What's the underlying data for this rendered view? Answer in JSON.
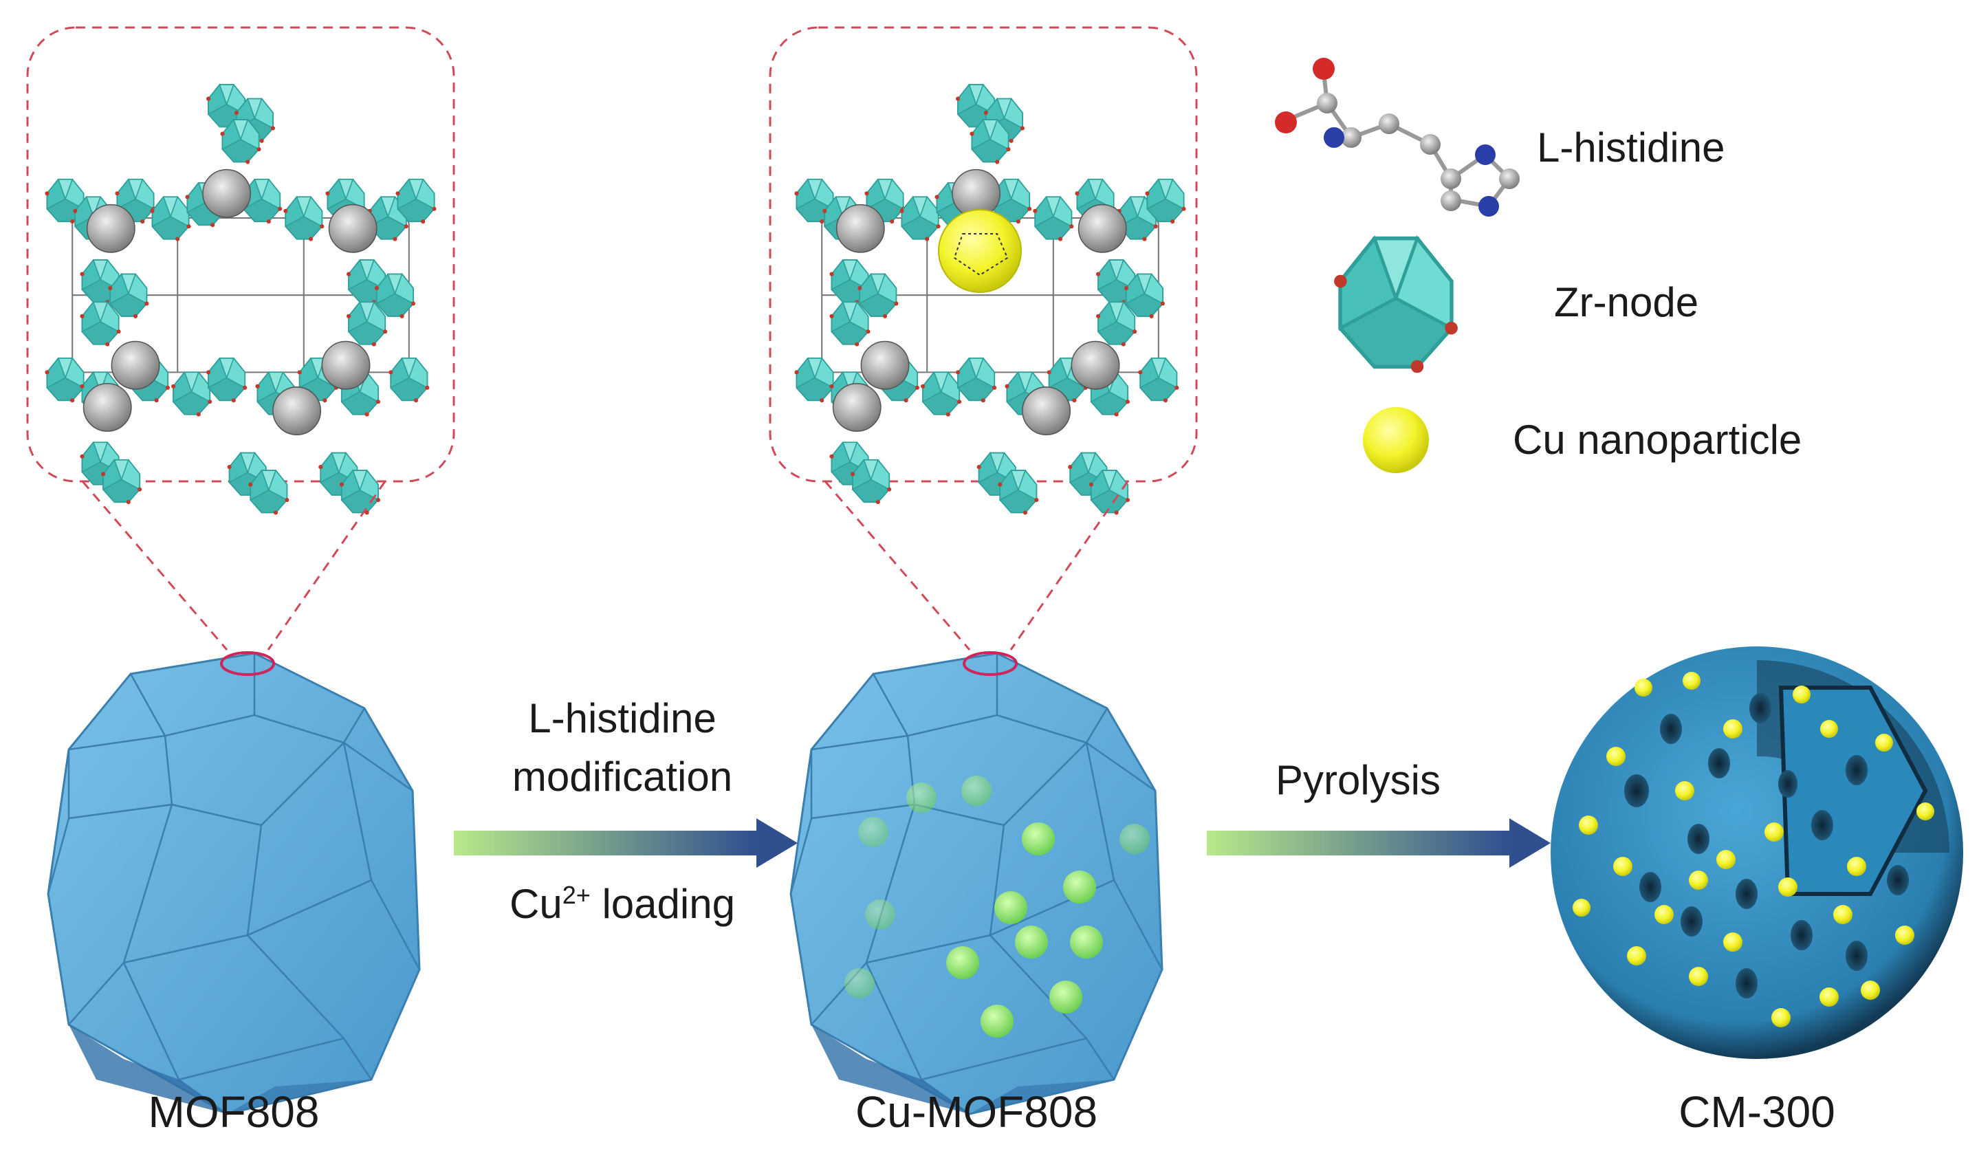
{
  "stages": [
    {
      "label": "MOF808"
    },
    {
      "label": "Cu-MOF808"
    },
    {
      "label": "CM-300"
    }
  ],
  "steps": [
    {
      "line1": "L-histidine",
      "line2": "modification",
      "line3_base": "Cu",
      "line3_sup": "2+",
      "line3_rest": " loading"
    },
    {
      "line1": "Pyrolysis"
    }
  ],
  "legend": [
    {
      "icon": "molecule-icon",
      "label": "L-histidine"
    },
    {
      "icon": "polyhedron-icon",
      "label": "Zr-node"
    },
    {
      "icon": "sphere-icon",
      "label": "Cu nanoparticle"
    }
  ],
  "colors": {
    "crystal": "#5aaad8",
    "crystal_edge": "#3b7fb0",
    "zr_node": "#5ed4cc",
    "cu_particle": "#f2f22a",
    "green_particle": "#8ee06a",
    "zoom_dash": "#d04a5a",
    "arrow_start": "#a6e07a",
    "arrow_end": "#2f4f8f",
    "sphere": "#2e8ec0"
  }
}
